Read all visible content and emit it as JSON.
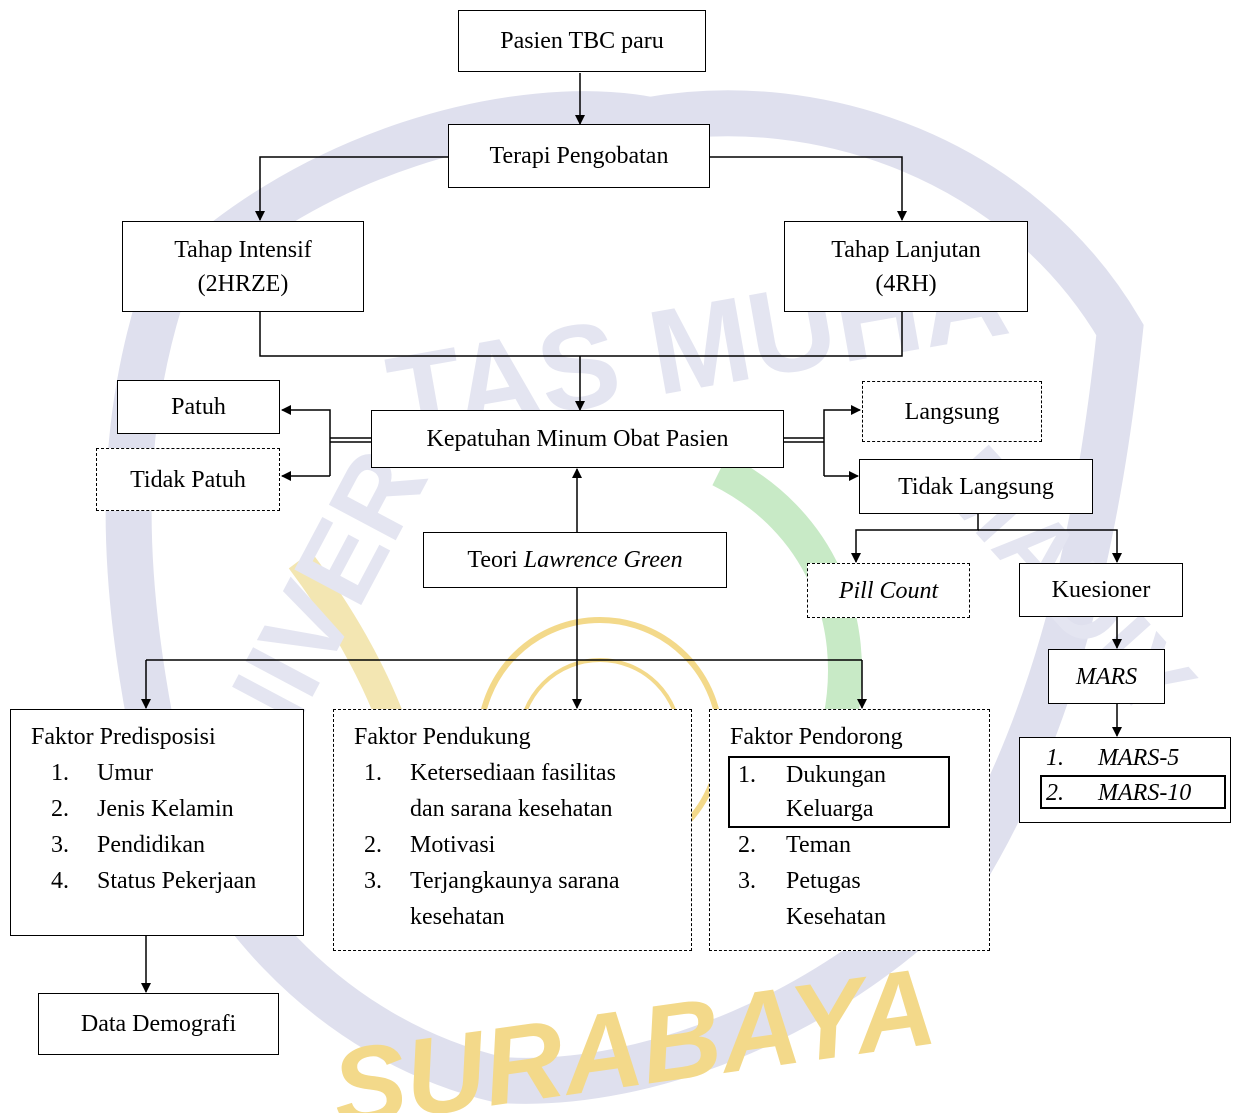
{
  "watermark": {
    "arc_top": "TAS MUHA",
    "arc_left": "UNIVER",
    "arc_right": "MADIY",
    "bottom": "SURABAYA",
    "color": "#f3d98a",
    "band_color": "#dfe0ee",
    "accent_color": "#c8eac6"
  },
  "nodes": {
    "pasien": "Pasien TBC paru",
    "terapi": "Terapi Pengobatan",
    "intensif": {
      "line1": "Tahap Intensif",
      "line2": "(2HRZE)"
    },
    "lanjutan": {
      "line1": "Tahap Lanjutan",
      "line2": "(4RH)"
    },
    "patuh": "Patuh",
    "tidak_patuh": "Tidak Patuh",
    "kepatuhan": "Kepatuhan Minum Obat Pasien",
    "langsung": "Langsung",
    "tidak_langsung": "Tidak Langsung",
    "teori": {
      "prefix": "Teori ",
      "name": "Lawrence Green"
    },
    "pill_count": "Pill Count",
    "kuesioner": "Kuesioner",
    "mars": "MARS",
    "mars_list": [
      {
        "num": "1.",
        "label": "MARS-5"
      },
      {
        "num": "2.",
        "label": "MARS-10"
      }
    ],
    "predisposisi": {
      "title": "Faktor Predisposisi",
      "items": [
        {
          "num": "1.",
          "label": "Umur"
        },
        {
          "num": "2.",
          "label": "Jenis Kelamin"
        },
        {
          "num": "3.",
          "label": "Pendidikan"
        },
        {
          "num": "4.",
          "label": "Status Pekerjaan"
        }
      ]
    },
    "pendukung": {
      "title": "Faktor Pendukung",
      "items": [
        {
          "num": "1.",
          "line1": "Ketersediaan fasilitas",
          "line2": "dan sarana kesehatan"
        },
        {
          "num": "2.",
          "line1": "Motivasi"
        },
        {
          "num": "3.",
          "line1": "Terjangkaunya sarana",
          "line2": "kesehatan"
        }
      ]
    },
    "pendorong": {
      "title": "Faktor Pendorong",
      "items": [
        {
          "num": "1.",
          "line1": "Dukungan",
          "line2": "Keluarga"
        },
        {
          "num": "2.",
          "line1": "Teman"
        },
        {
          "num": "3.",
          "line1": "Petugas",
          "line2": "Kesehatan"
        }
      ]
    },
    "demografi": "Data Demografi"
  }
}
